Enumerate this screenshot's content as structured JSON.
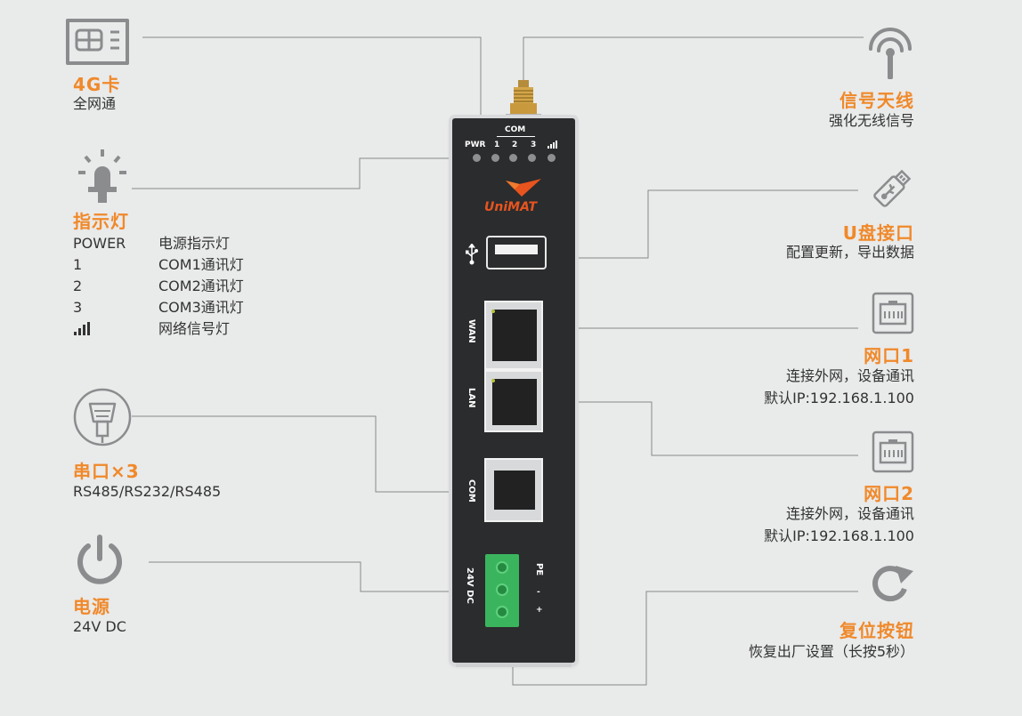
{
  "left": {
    "sim": {
      "title": "4G卡",
      "desc": "全网通"
    },
    "indicator": {
      "title": "指示灯",
      "rows": [
        {
          "key": "POWER",
          "value": "电源指示灯"
        },
        {
          "key": "1",
          "value": "COM1通讯灯"
        },
        {
          "key": "2",
          "value": "COM2通讯灯"
        },
        {
          "key": "3",
          "value": "COM3通讯灯"
        },
        {
          "key": "",
          "value": "网络信号灯"
        }
      ]
    },
    "serial": {
      "title": "串口×3",
      "desc": "RS485/RS232/RS485"
    },
    "power": {
      "title": "电源",
      "desc": "24V DC"
    }
  },
  "right": {
    "antenna": {
      "title": "信号天线",
      "desc": "强化无线信号"
    },
    "usb": {
      "title": "U盘接口",
      "desc": "配置更新，导出数据"
    },
    "net1": {
      "title": "网口1",
      "desc1": "连接外网，设备通讯",
      "desc2": "默认IP:192.168.1.100"
    },
    "net2": {
      "title": "网口2",
      "desc1": "连接外网，设备通讯",
      "desc2": "默认IP:192.168.1.100"
    },
    "reset": {
      "title": "复位按钮",
      "desc": "恢复出厂设置（长按5秒）"
    }
  },
  "device": {
    "brand": "UniMAT",
    "com_group": "COM",
    "led_labels": [
      "PWR",
      "1",
      "2",
      "3"
    ],
    "port_wan": "WAN",
    "port_lan": "LAN",
    "port_com": "COM",
    "power_label": "24V DC",
    "terminal_labels": [
      "PE",
      "-",
      "+"
    ]
  },
  "colors": {
    "accent": "#f0892a",
    "icon_gray": "#8a8c8e",
    "background": "#e9eaea"
  }
}
